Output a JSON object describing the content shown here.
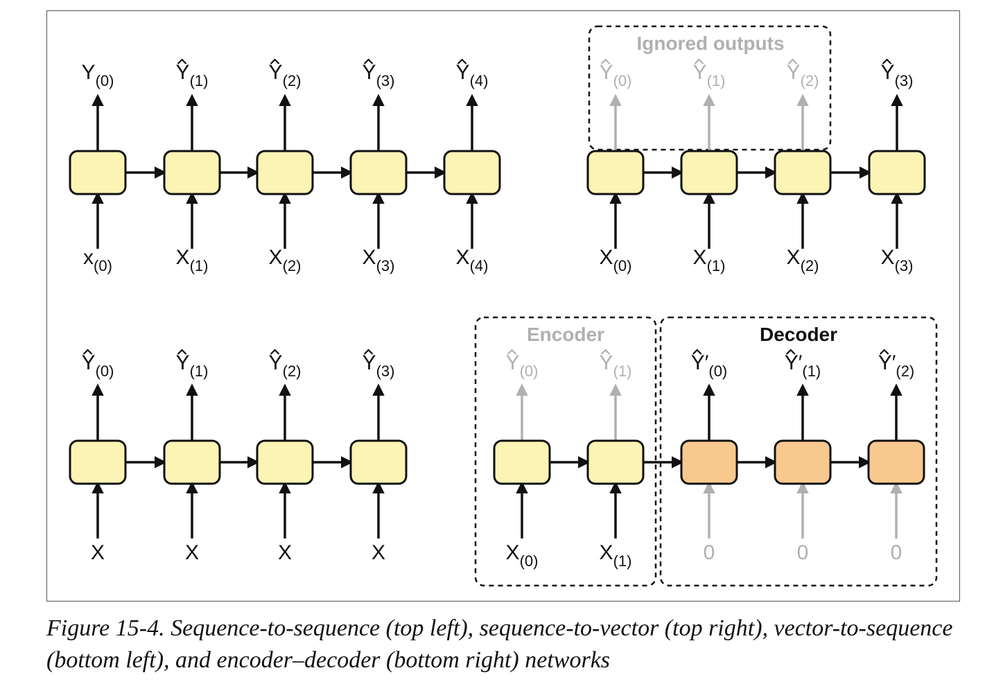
{
  "colors": {
    "cell": "#fcf4b5",
    "decoder_cell": "#f8c98f",
    "stroke": "#111111",
    "muted": "#b0b0b0"
  },
  "panels": {
    "seq2seq": {
      "outputs": [
        {
          "base": "Y",
          "hat": false,
          "prime": false,
          "sub": "(0)"
        },
        {
          "base": "Y",
          "hat": true,
          "prime": false,
          "sub": "(1)"
        },
        {
          "base": "Y",
          "hat": true,
          "prime": false,
          "sub": "(2)"
        },
        {
          "base": "Y",
          "hat": true,
          "prime": false,
          "sub": "(3)"
        },
        {
          "base": "Y",
          "hat": true,
          "prime": false,
          "sub": "(4)"
        }
      ],
      "inputs": [
        {
          "base": "x",
          "sub": "(0)"
        },
        {
          "base": "X",
          "sub": "(1)"
        },
        {
          "base": "X",
          "sub": "(2)"
        },
        {
          "base": "X",
          "sub": "(3)"
        },
        {
          "base": "X",
          "sub": "(4)"
        }
      ]
    },
    "seq2vec": {
      "ignored_label": "Ignored outputs",
      "outputs": [
        {
          "base": "Y",
          "hat": true,
          "prime": false,
          "sub": "(0)"
        },
        {
          "base": "Y",
          "hat": true,
          "prime": false,
          "sub": "(1)"
        },
        {
          "base": "Y",
          "hat": true,
          "prime": false,
          "sub": "(2)"
        },
        {
          "base": "Y",
          "hat": true,
          "prime": false,
          "sub": "(3)"
        }
      ],
      "inputs": [
        {
          "base": "X",
          "sub": "(0)"
        },
        {
          "base": "X",
          "sub": "(1)"
        },
        {
          "base": "X",
          "sub": "(2)"
        },
        {
          "base": "X",
          "sub": "(3)"
        }
      ]
    },
    "vec2seq": {
      "outputs": [
        {
          "base": "Y",
          "hat": true,
          "prime": false,
          "sub": "(0)"
        },
        {
          "base": "Y",
          "hat": true,
          "prime": false,
          "sub": "(1)"
        },
        {
          "base": "Y",
          "hat": true,
          "prime": false,
          "sub": "(2)"
        },
        {
          "base": "Y",
          "hat": true,
          "prime": false,
          "sub": "(3)"
        }
      ],
      "inputs": [
        {
          "base": "X",
          "sub": ""
        },
        {
          "base": "X",
          "sub": ""
        },
        {
          "base": "X",
          "sub": ""
        },
        {
          "base": "X",
          "sub": ""
        }
      ]
    },
    "encdec": {
      "encoder_label": "Encoder",
      "decoder_label": "Decoder",
      "outputs": [
        {
          "base": "Y",
          "hat": true,
          "prime": false,
          "sub": "(0)"
        },
        {
          "base": "Y",
          "hat": true,
          "prime": false,
          "sub": "(1)"
        },
        {
          "base": "Y",
          "hat": true,
          "prime": true,
          "sub": "(0)"
        },
        {
          "base": "Y",
          "hat": true,
          "prime": true,
          "sub": "(1)"
        },
        {
          "base": "Y",
          "hat": true,
          "prime": true,
          "sub": "(2)"
        }
      ],
      "inputs": [
        {
          "base": "X",
          "sub": "(0)"
        },
        {
          "base": "X",
          "sub": "(1)"
        },
        {
          "base": "0",
          "sub": ""
        },
        {
          "base": "0",
          "sub": ""
        },
        {
          "base": "0",
          "sub": ""
        }
      ]
    }
  },
  "caption": "Figure 15-4. Sequence-to-sequence (top left), sequence-to-vector (top right), vector-to-sequence (bottom left), and encoder–decoder (bottom right) networks"
}
